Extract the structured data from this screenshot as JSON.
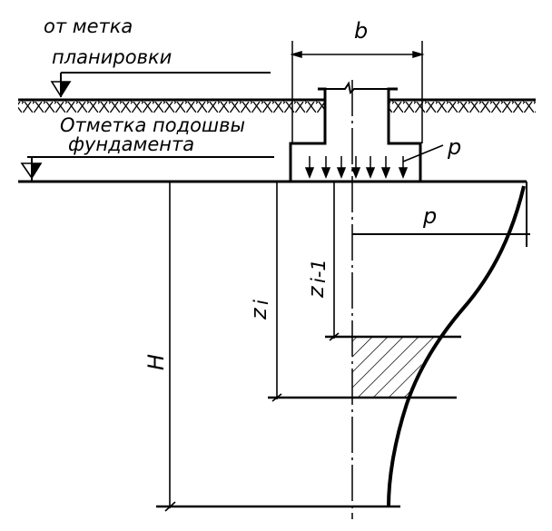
{
  "labels": {
    "planning_mark_line1": "от метка",
    "planning_mark_line2": "планировки",
    "base_mark_line1": "Отметка подошвы",
    "base_mark_line2": "фундамента",
    "width": "b",
    "pressure_footing": "p",
    "pressure_diagram": "p",
    "depth_i": "z",
    "depth_i_sub": "i",
    "depth_i_minus_1": "z",
    "depth_i_minus_1_sub": "i-1",
    "total_depth": "H"
  },
  "colors": {
    "ink": "#000000",
    "paper": "#ffffff"
  }
}
